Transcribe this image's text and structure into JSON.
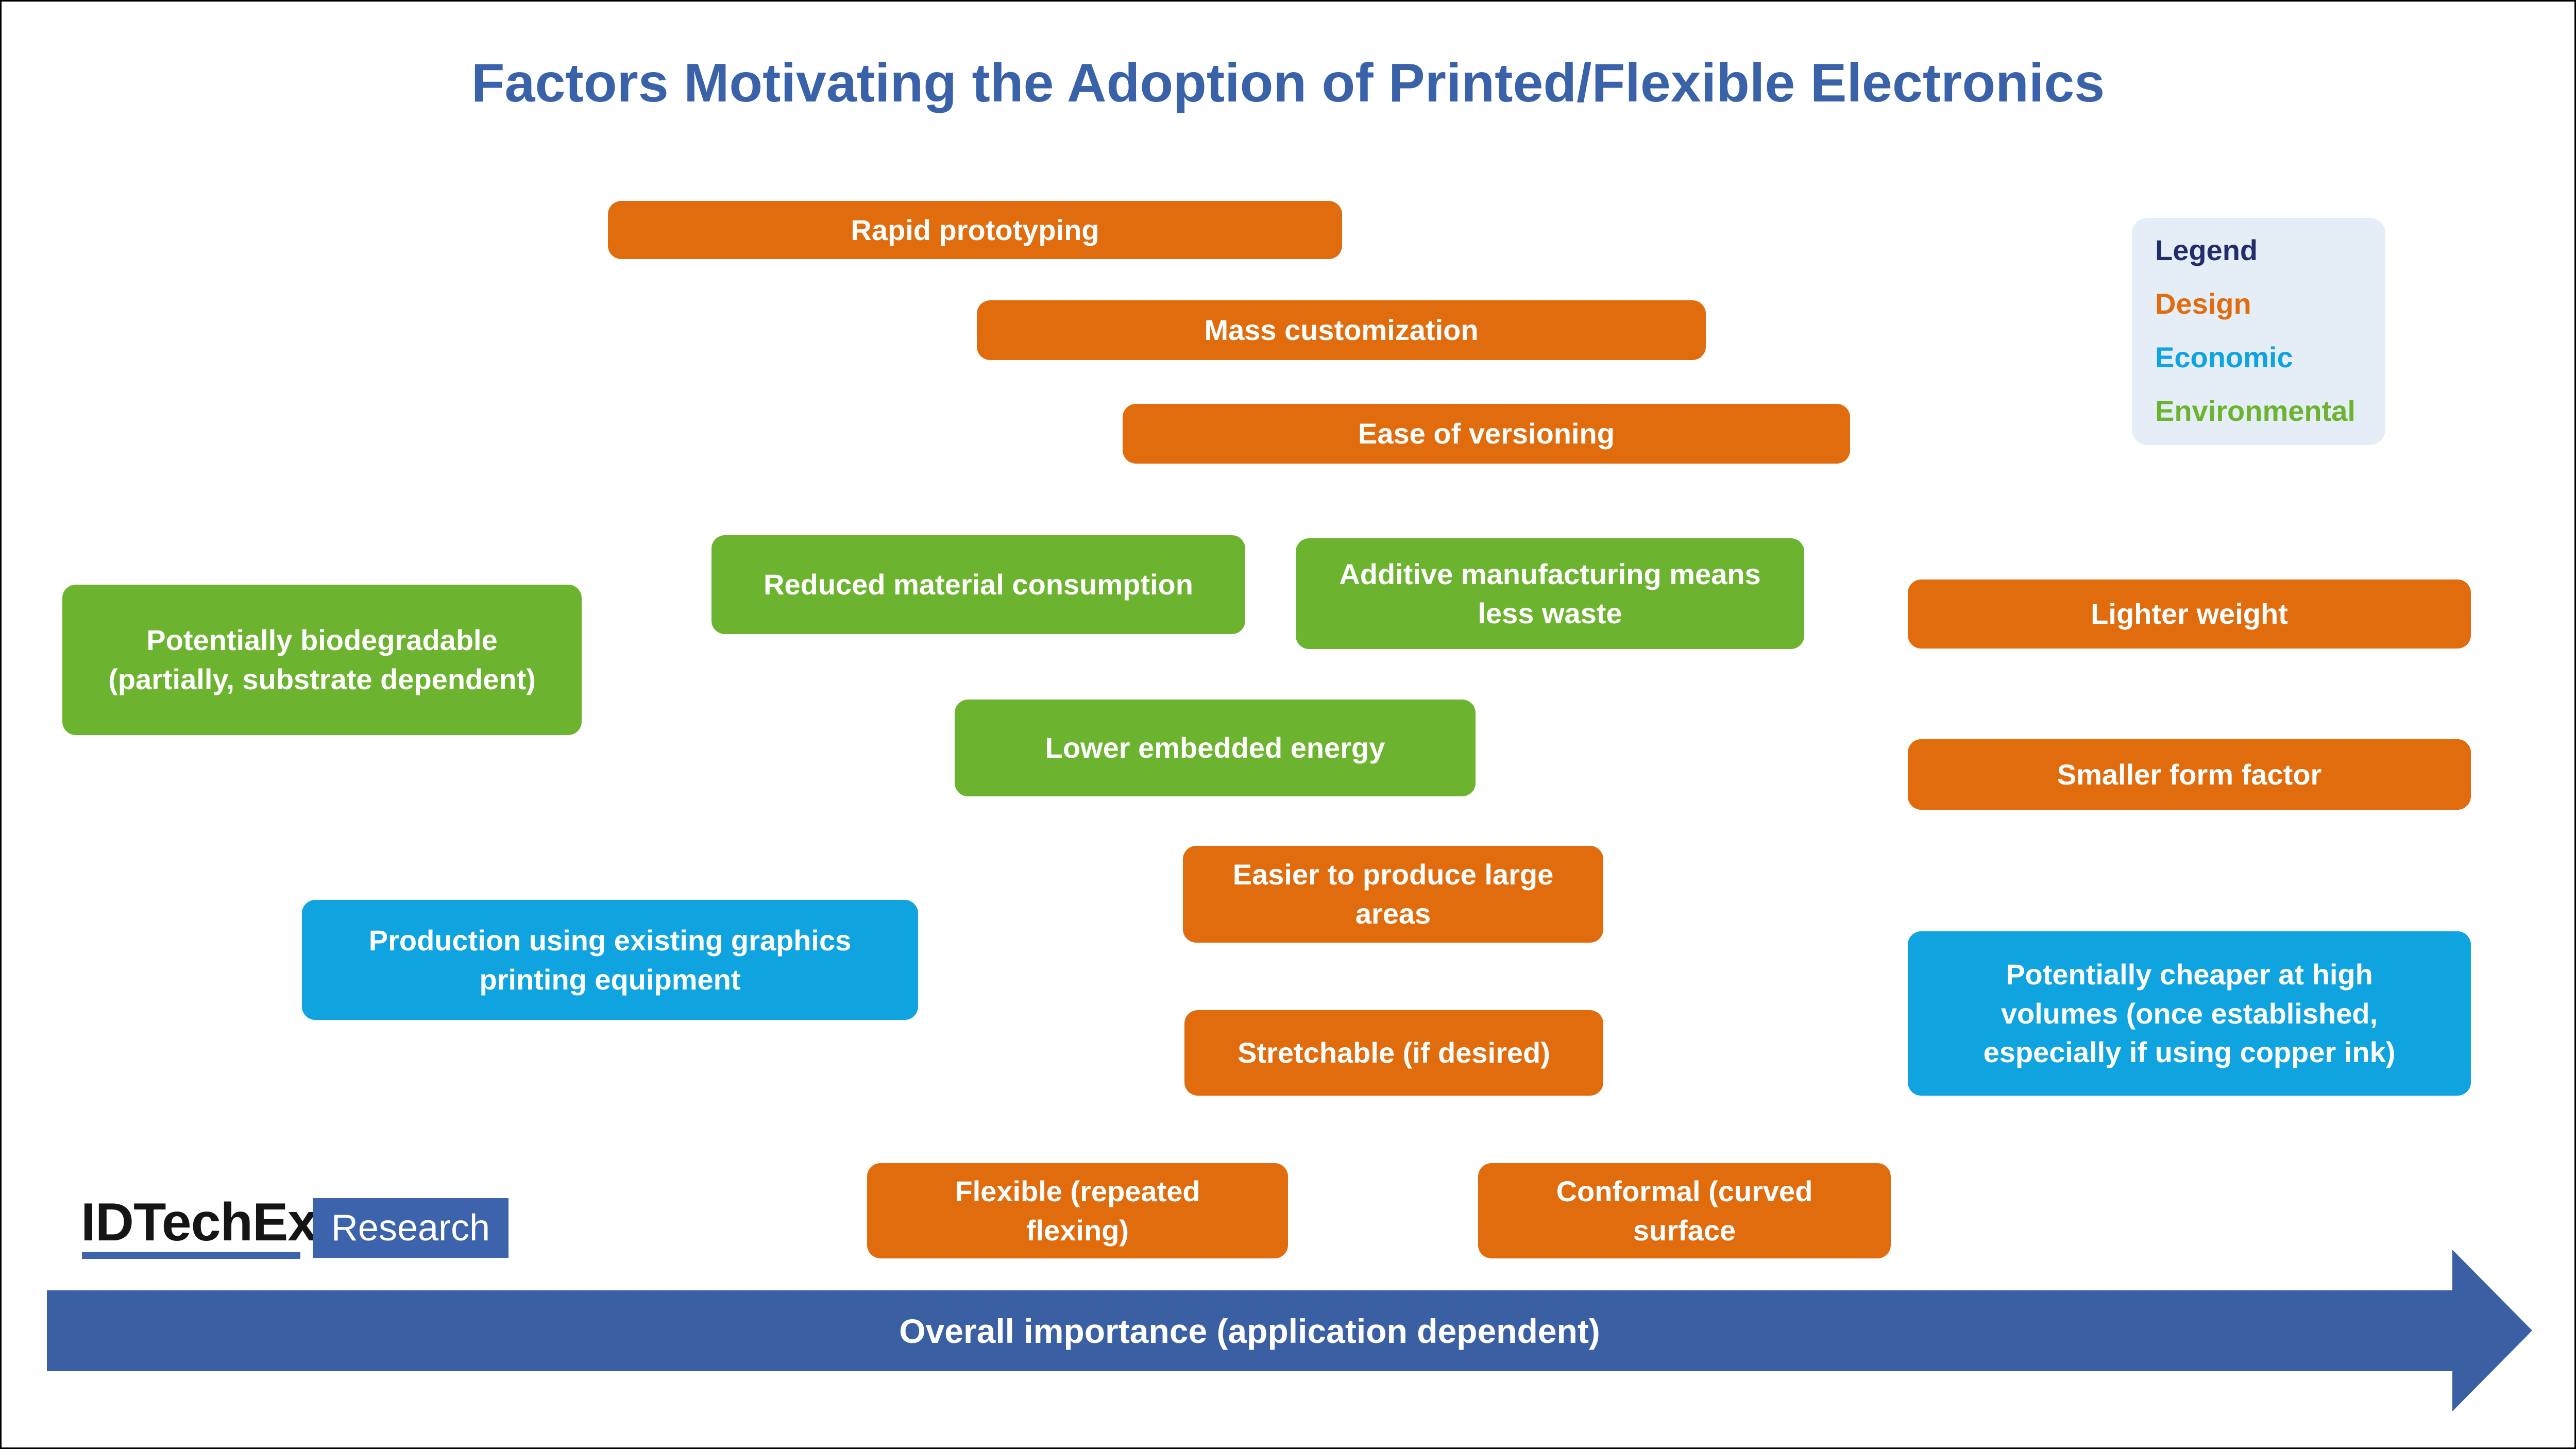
{
  "title": "Factors Motivating the Adoption of Printed/Flexible Electronics",
  "palette": {
    "design_orange": "#E06C0E",
    "economic_cyan": "#0FA3DF",
    "environmental_green": "#6CB32F",
    "arrow_blue": "#3A5FA3",
    "title_blue": "#3A62A8",
    "legend_navy": "#232D6B",
    "legend_background": "#E5EEF7"
  },
  "legend": {
    "title": "Legend",
    "items": [
      {
        "label": "Design",
        "category": "design",
        "color": "#E06C0E"
      },
      {
        "label": "Economic",
        "category": "economic",
        "color": "#0FA3DF"
      },
      {
        "label": "Environmental",
        "category": "environmental",
        "color": "#6CB32F"
      }
    ]
  },
  "boxes": [
    {
      "category": "design",
      "lines": [
        "Rapid prototyping"
      ],
      "text": "Rapid prototyping"
    },
    {
      "category": "design",
      "lines": [
        "Mass customization"
      ],
      "text": "Mass customization"
    },
    {
      "category": "design",
      "lines": [
        "Ease of versioning"
      ],
      "text": "Ease of versioning"
    },
    {
      "category": "environmental",
      "lines": [
        "Reduced material consumption"
      ],
      "text": "Reduced material consumption"
    },
    {
      "category": "environmental",
      "lines": [
        "Additive manufacturing means",
        "less waste"
      ],
      "text": "Additive manufacturing means less waste"
    },
    {
      "category": "environmental",
      "lines": [
        "Potentially biodegradable",
        "(partially, substrate dependent)"
      ],
      "text": "Potentially biodegradable (partially, substrate dependent)"
    },
    {
      "category": "environmental",
      "lines": [
        "Lower embedded energy"
      ],
      "text": "Lower embedded energy"
    },
    {
      "category": "design",
      "lines": [
        "Lighter weight"
      ],
      "text": "Lighter weight"
    },
    {
      "category": "design",
      "lines": [
        "Smaller form factor"
      ],
      "text": "Smaller form factor"
    },
    {
      "category": "economic",
      "lines": [
        "Production using existing graphics",
        "printing equipment"
      ],
      "text": "Production using existing graphics printing equipment"
    },
    {
      "category": "economic",
      "lines": [
        "Potentially cheaper at high",
        "volumes (once established,",
        "especially if using copper ink)"
      ],
      "text": "Potentially cheaper at high volumes (once established, especially if using copper ink)"
    },
    {
      "category": "design",
      "lines": [
        "Easier to produce large",
        "areas"
      ],
      "text": "Easier to produce large areas"
    },
    {
      "category": "design",
      "lines": [
        "Stretchable (if desired)"
      ],
      "text": "Stretchable (if desired)"
    },
    {
      "category": "design",
      "lines": [
        "Flexible (repeated",
        "flexing)"
      ],
      "text": "Flexible (repeated flexing)"
    },
    {
      "category": "design",
      "lines": [
        "Conformal (curved",
        "surface"
      ],
      "text": "Conformal (curved surface"
    }
  ],
  "logo": {
    "brand": "IDTechEx",
    "suffix": "Research"
  },
  "arrow": {
    "label": "Overall importance (application dependent)"
  }
}
